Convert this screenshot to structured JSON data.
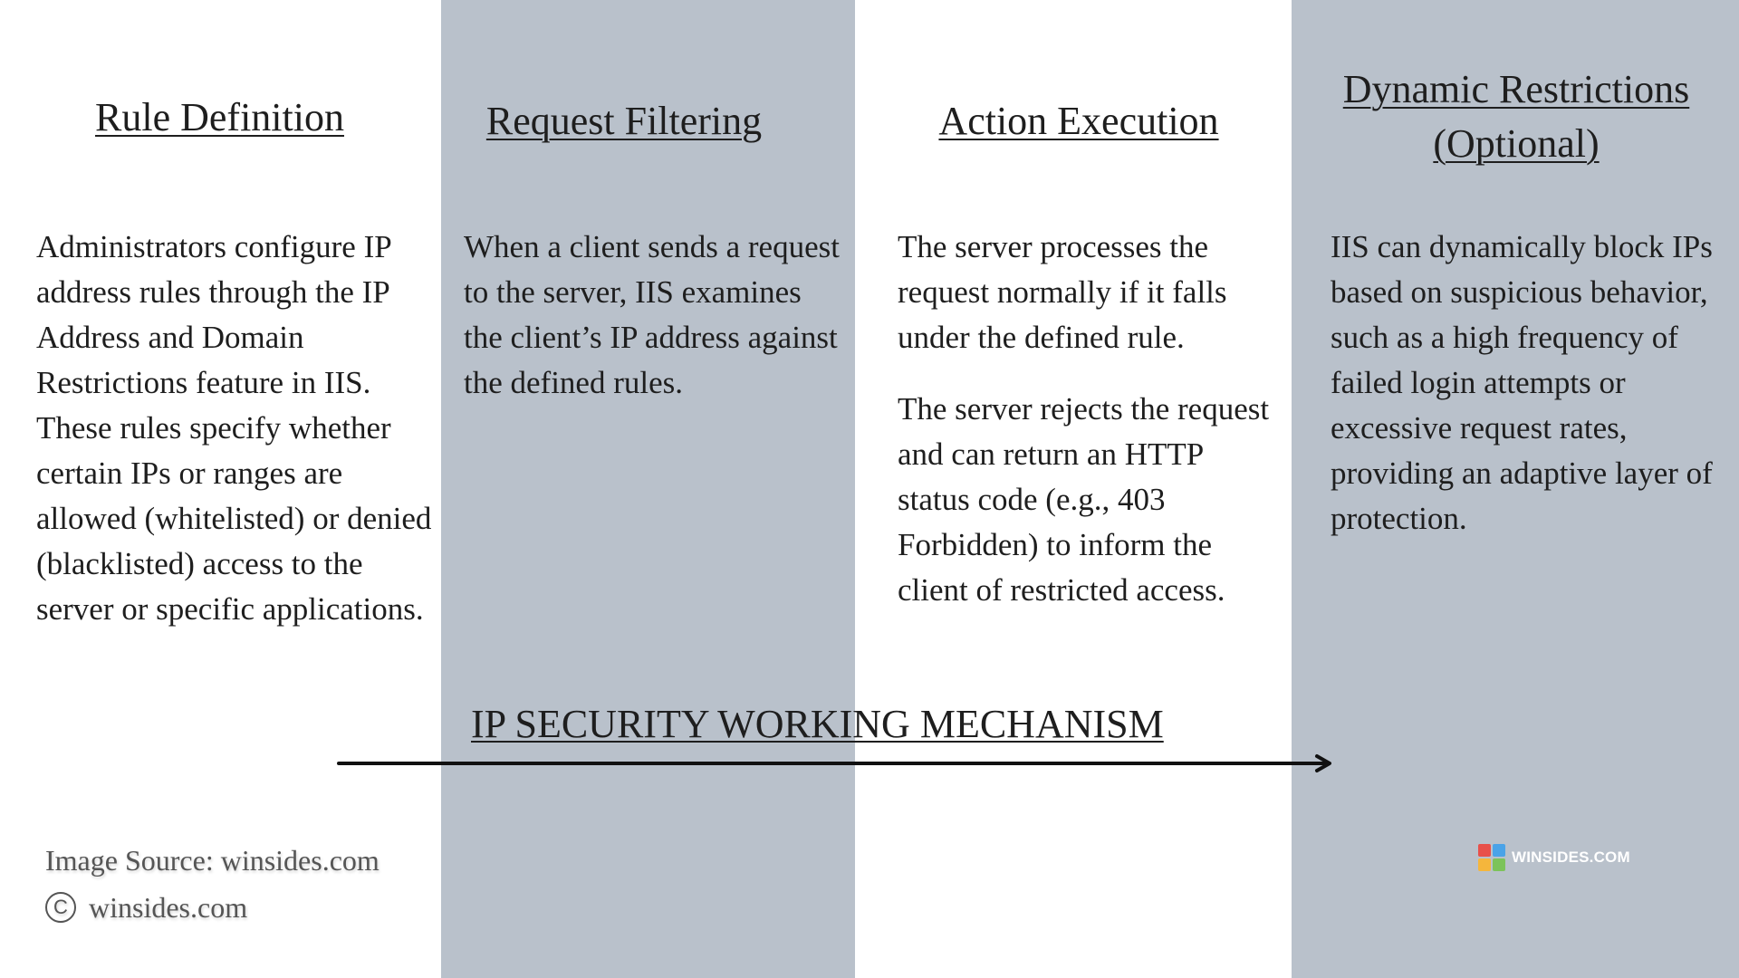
{
  "columns": [
    {
      "heading": "Rule Definition",
      "paragraphs": [
        "Administrators configure IP address rules through the IP Address and Domain Restrictions feature in IIS. These rules specify whether certain IPs or ranges are allowed (whitelisted) or denied (blacklisted) access to the server or specific applications."
      ]
    },
    {
      "heading": "Request Filtering",
      "paragraphs": [
        "When a client sends a request to the server, IIS examines the client’s IP address against the defined rules."
      ]
    },
    {
      "heading": "Action Execution",
      "paragraphs": [
        "The server processes the request normally if it falls under the defined rule.",
        "The server rejects the request and can return an HTTP status code (e.g., 403 Forbidden) to inform the client of restricted access."
      ]
    },
    {
      "heading": "Dynamic Restrictions (Optional)",
      "paragraphs": [
        "IIS can dynamically block IPs based on suspicious behavior, such as a high frequency of failed login attempts or excessive request rates, providing an adaptive layer of protection."
      ]
    }
  ],
  "mechanism_title": "IP SECURITY WORKING MECHANISM",
  "footer": {
    "source": "Image Source: winsides.com",
    "copyright_symbol": "C",
    "copyright": "winsides.com"
  },
  "brand": {
    "name": "WINSIDES.COM",
    "logo_colors": [
      "#e8504a",
      "#4aa3e8",
      "#f5b63c",
      "#7cc35a"
    ]
  },
  "colors": {
    "band": "#b9c1cb",
    "text": "#1e1e1e",
    "footer_text": "#555555"
  }
}
